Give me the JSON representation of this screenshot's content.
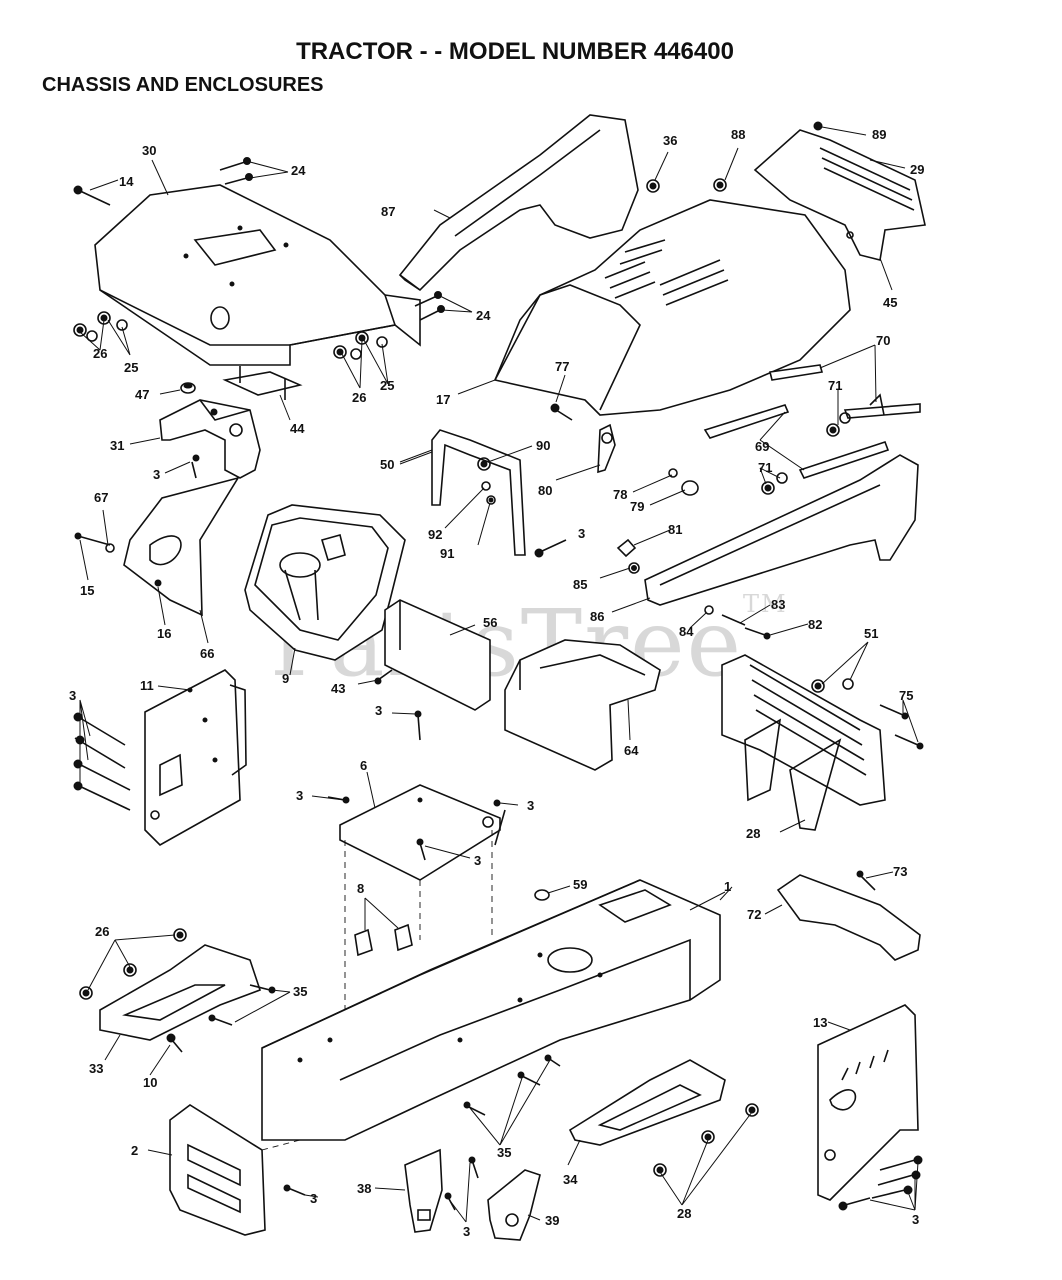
{
  "header": {
    "title": "TRACTOR - - MODEL NUMBER  446400",
    "subtitle": "CHASSIS AND ENCLOSURES"
  },
  "watermark": {
    "text": "PartsTree",
    "mark": "TM"
  },
  "callouts": {
    "c1": "1",
    "c2": "2",
    "c3": "3",
    "c6": "6",
    "c8": "8",
    "c9": "9",
    "c10": "10",
    "c11": "11",
    "c13": "13",
    "c14": "14",
    "c15": "15",
    "c16": "16",
    "c17": "17",
    "c24": "24",
    "c25": "25",
    "c26": "26",
    "c28": "28",
    "c29": "29",
    "c30": "30",
    "c31": "31",
    "c33": "33",
    "c34": "34",
    "c35": "35",
    "c36": "36",
    "c38": "38",
    "c39": "39",
    "c43": "43",
    "c44": "44",
    "c45": "45",
    "c47": "47",
    "c50": "50",
    "c51": "51",
    "c56": "56",
    "c59": "59",
    "c64": "64",
    "c66": "66",
    "c67": "67",
    "c69": "69",
    "c70": "70",
    "c71": "71",
    "c72": "72",
    "c73": "73",
    "c75": "75",
    "c77": "77",
    "c78": "78",
    "c79": "79",
    "c80": "80",
    "c81": "81",
    "c82": "82",
    "c83": "83",
    "c84": "84",
    "c85": "85",
    "c86": "86",
    "c87": "87",
    "c88": "88",
    "c89": "89",
    "c90": "90",
    "c91": "91",
    "c92": "92"
  }
}
